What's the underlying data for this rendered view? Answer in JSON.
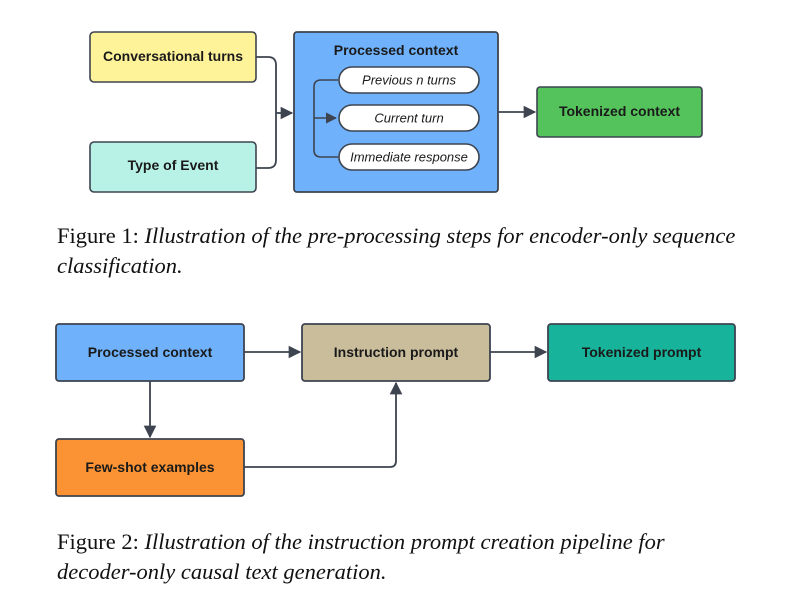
{
  "figure1": {
    "boxes": {
      "conversational_turns": "Conversational turns",
      "type_of_event": "Type of Event",
      "processed_context": "Processed context",
      "tokenized_context": "Tokenized context"
    },
    "pills": [
      "Previous n turns",
      "Current turn",
      "Immediate response"
    ],
    "caption_label": "Figure 1:",
    "caption_text": "Illustration of the pre-processing steps for encoder-only sequence classification."
  },
  "figure2": {
    "boxes": {
      "processed_context": "Processed context",
      "instruction_prompt": "Instruction prompt",
      "tokenized_prompt": "Tokenized prompt",
      "few_shot_examples": "Few-shot examples"
    },
    "caption_label": "Figure 2:",
    "caption_text": "Illustration of the instruction prompt creation pipeline for decoder-only causal text generation."
  },
  "colors": {
    "yellow": "#fff39a",
    "mint": "#b8f2e6",
    "blue": "#6fb1fb",
    "green": "#55c35c",
    "tan": "#c9bd9b",
    "teal": "#17b39a",
    "orange": "#fb9334",
    "line": "#3d4450"
  }
}
